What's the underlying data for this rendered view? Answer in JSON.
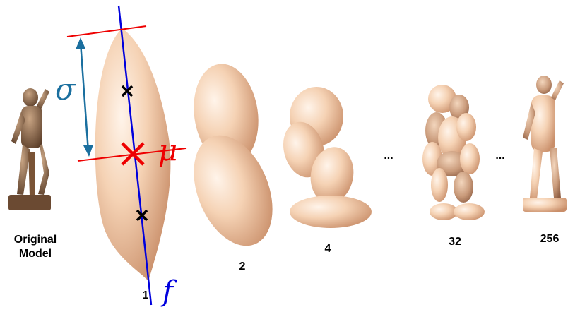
{
  "labels": {
    "original_model": "Original\nModel",
    "sigma": "σ",
    "mu": "μ",
    "f": "f",
    "levels": [
      "1",
      "2",
      "4",
      "32",
      "256"
    ],
    "ellipsis_1": "...",
    "ellipsis_2": "..."
  },
  "colors": {
    "ellipsoid_fill": "#f5d2b4",
    "ellipsoid_shadow": "#d9a27e",
    "axis_line": "#0000dd",
    "mu_color": "#ee0000",
    "sigma_color": "#1a6f9f",
    "marker_black": "#000000"
  },
  "icons": {
    "statue": "david-statue-icon"
  }
}
